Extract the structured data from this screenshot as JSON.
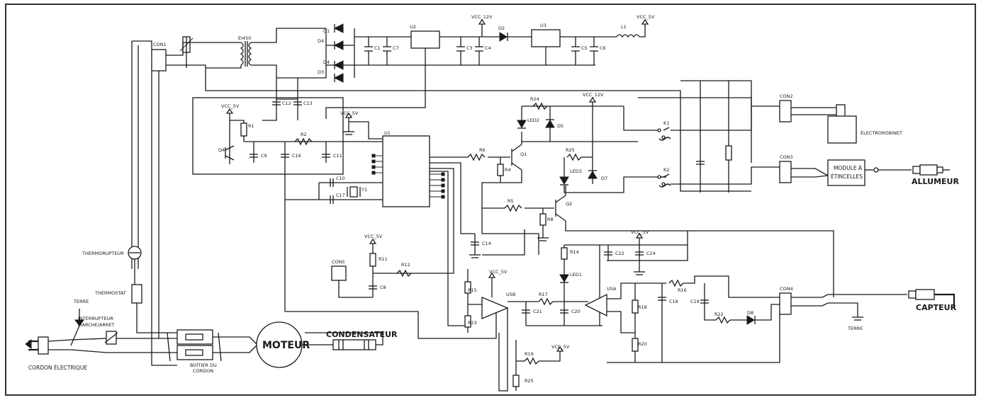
{
  "components": {
    "con1": "CON1",
    "transformer": "EI450",
    "d1": "D1",
    "d4": "D4",
    "d3": "D3",
    "d4b": "D4",
    "c1": "C1",
    "c7": "C7",
    "c3": "C3",
    "c4": "C4",
    "c5": "C5",
    "c6": "C6",
    "u2": "U2",
    "u3": "U3",
    "d2": "D2",
    "l1": "L1",
    "vcc12_top": "VCC_12V",
    "vcc5_top": "VCC_5V",
    "c12": "C12",
    "c13": "C13",
    "vcc5_left": "VCC_5V",
    "r1": "R1",
    "q4": "Q4",
    "c9": "C9",
    "c16": "C16",
    "r2": "R2",
    "c11": "C11",
    "vcc5_mid": "VCC_5V",
    "u1": "U1",
    "c10": "C10",
    "c17": "C17",
    "y1": "Y1",
    "r24": "R24",
    "led2": "LED2",
    "d5": "D5",
    "vcc12_mid": "VCC_12V",
    "r6": "R6",
    "q1": "Q1",
    "r4": "R4",
    "r25": "R25",
    "led3": "LED3",
    "d7": "D7",
    "k1": "K1",
    "k2": "K2",
    "con2": "CON2",
    "con3": "CON3",
    "r5": "R5",
    "q2": "Q2",
    "r8": "R8",
    "c14": "C14",
    "vcc5_b": "VCC_5V",
    "r11": "R11",
    "con5": "CON5",
    "r12": "R12",
    "c8": "C8",
    "vcc5_c": "VCC_5V",
    "r15": "R15",
    "u5b": "U5B",
    "r17": "R17",
    "c21": "C21",
    "r23": "R23",
    "r19": "R19",
    "vcc5_d": "VCC_5V",
    "r25b": "R25",
    "r14": "R14",
    "led1": "LED1",
    "c20": "C20",
    "c22": "C22",
    "c24": "C24",
    "vcc5_e": "VCC_5V",
    "u5a": "U5A",
    "r16": "R16",
    "c18": "C18",
    "r18": "R18",
    "r20": "R20",
    "c19": "C19",
    "r22": "R22",
    "d8": "D8",
    "con4": "CON4"
  },
  "labels": {
    "thermorupteur": "THERMORUPTEUR",
    "thermostat": "THERMOSTAT",
    "terre_left": "TERRE",
    "interrupteur_l1": "INTERRUPTEUR",
    "interrupteur_l2": "MARCHE/ARRET",
    "cordon": "CORDON ÉLECTRIQUE",
    "boitier_l1": "BOÎTIER DU",
    "boitier_l2": "CORDON",
    "moteur": "MOTEUR",
    "condensateur": "CONDENSATEUR",
    "electrorobinet": "ÉLECTROROBINET",
    "module_l1": "MODULE À",
    "module_l2": "ÉTINCELLES",
    "allumeur": "ALLUMEUR",
    "capteur": "CAPTEUR",
    "terre_right": "TERRE"
  }
}
